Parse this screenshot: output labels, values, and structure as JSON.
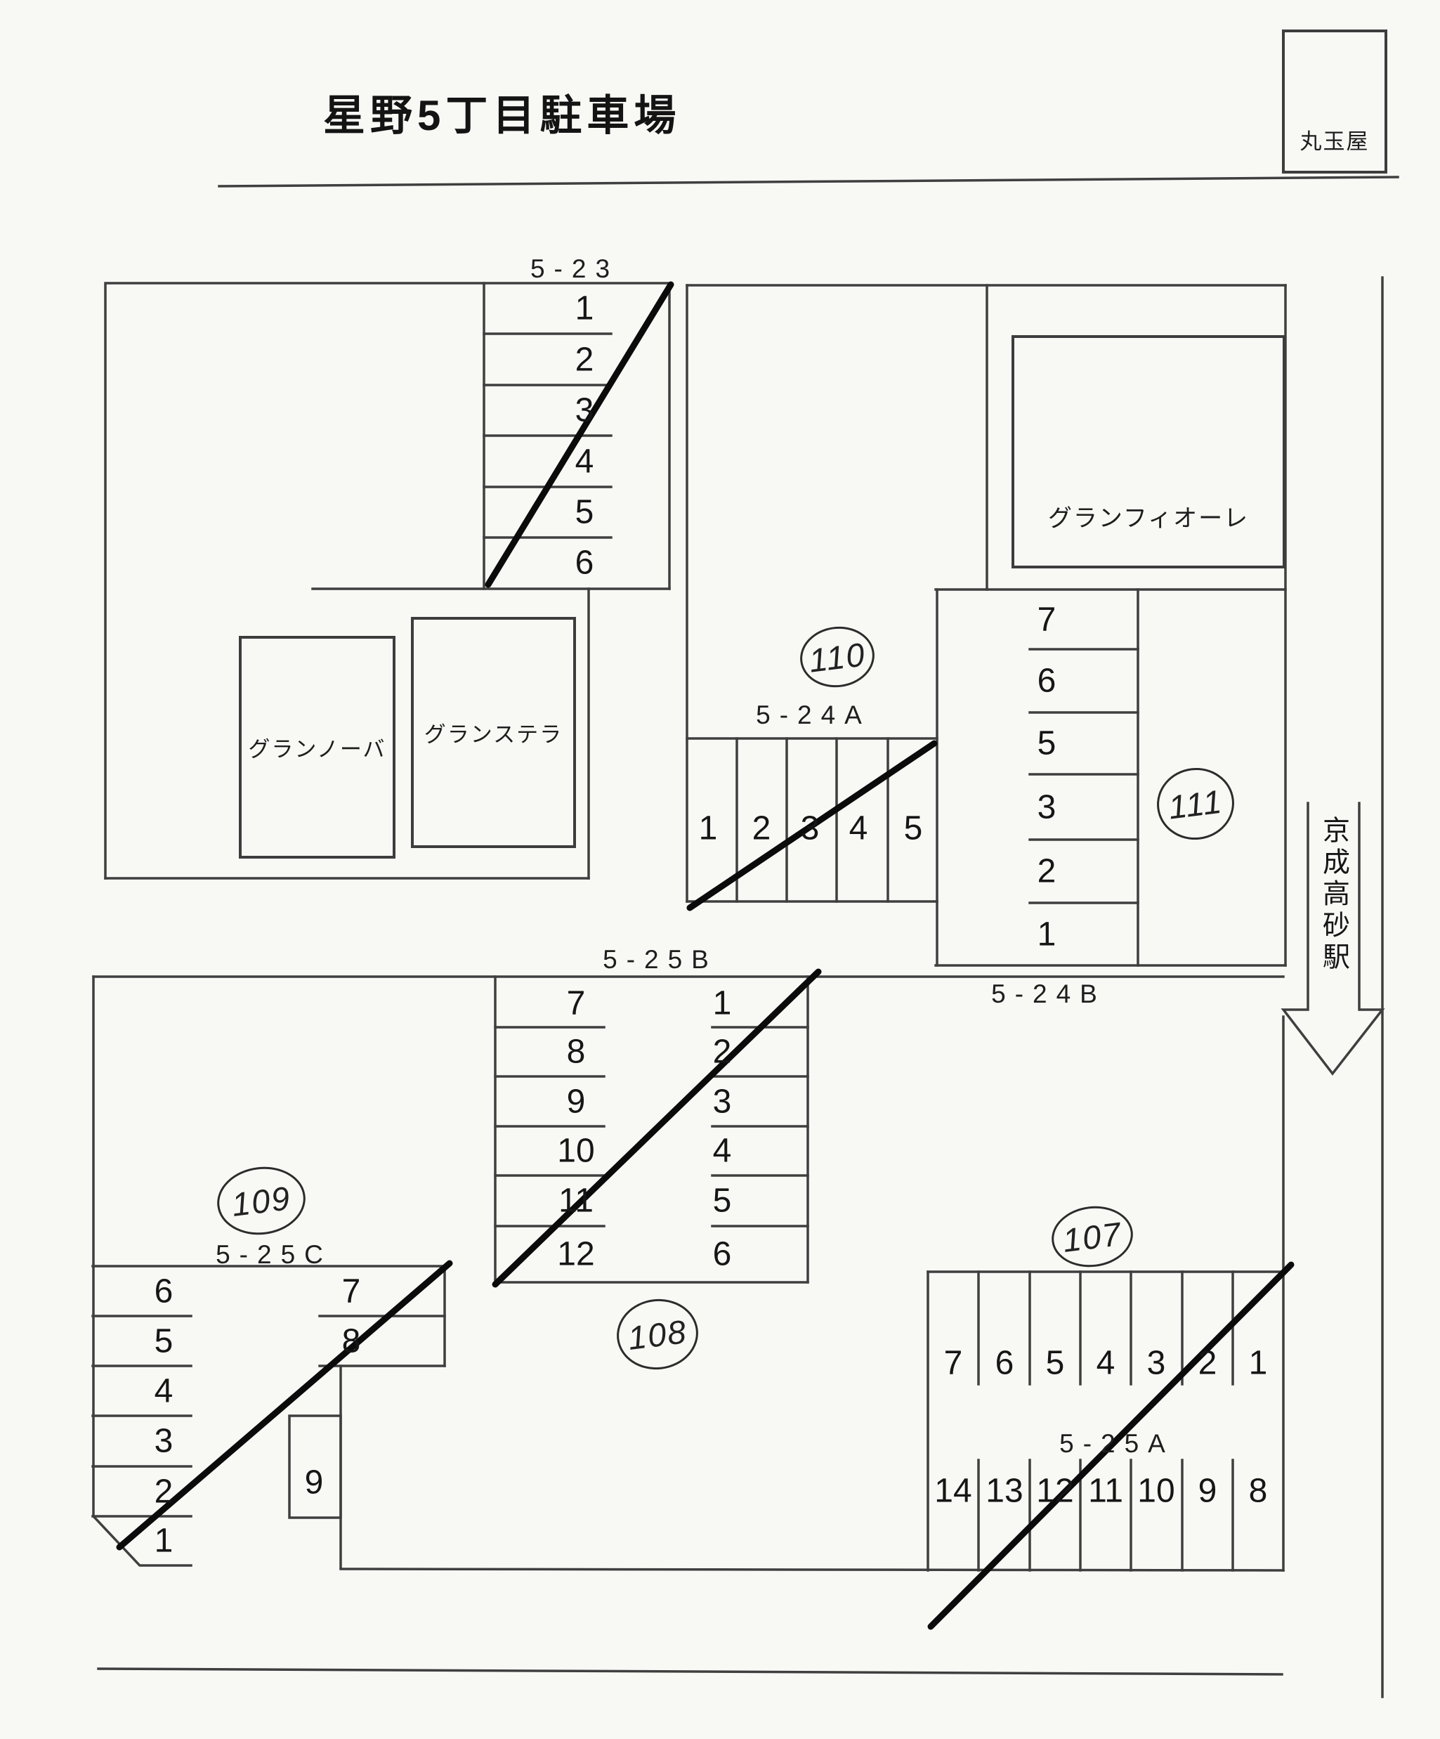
{
  "title": "星野5丁目駐車場",
  "landmarks": {
    "shop": "丸玉屋",
    "station": "京成高砂駅",
    "buildings": [
      "グランフィオーレ",
      "グランノーバ",
      "グランステラ"
    ]
  },
  "zones": [
    {
      "id": "5-23",
      "label": "5-23",
      "stalls": [
        "1",
        "2",
        "3",
        "4",
        "5",
        "6"
      ],
      "crossed_out": true
    },
    {
      "id": "5-24A",
      "label": "5-24A",
      "stalls": [
        "1",
        "2",
        "3",
        "4",
        "5"
      ],
      "crossed_out": true
    },
    {
      "id": "5-24B",
      "label": "5-24B",
      "stalls": [
        "7",
        "6",
        "5",
        "3",
        "2",
        "1"
      ],
      "crossed_out": false
    },
    {
      "id": "5-25B",
      "label": "5-25B",
      "stalls_left": [
        "7",
        "8",
        "9",
        "10",
        "11",
        "12"
      ],
      "stalls_right": [
        "1",
        "2",
        "3",
        "4",
        "5",
        "6"
      ],
      "crossed_out": true
    },
    {
      "id": "5-25C",
      "label": "5-25C",
      "stalls_left": [
        "6",
        "5",
        "4",
        "3",
        "2",
        "1"
      ],
      "stalls_right": [
        "7",
        "8"
      ],
      "stall_extra": "9",
      "crossed_out": true
    },
    {
      "id": "5-25A",
      "label": "5-25A",
      "stalls_top": [
        "7",
        "6",
        "5",
        "4",
        "3",
        "2",
        "1"
      ],
      "stalls_bottom": [
        "14",
        "13",
        "12",
        "11",
        "10",
        "9",
        "8"
      ],
      "crossed_out": true
    }
  ],
  "circled_numbers": [
    "110",
    "111",
    "109",
    "108",
    "107"
  ],
  "colors": {
    "line": "#3f3f3f",
    "diagonal": "#0b0b0b",
    "text": "#1b1b1b",
    "background": "#f8f8f5"
  }
}
